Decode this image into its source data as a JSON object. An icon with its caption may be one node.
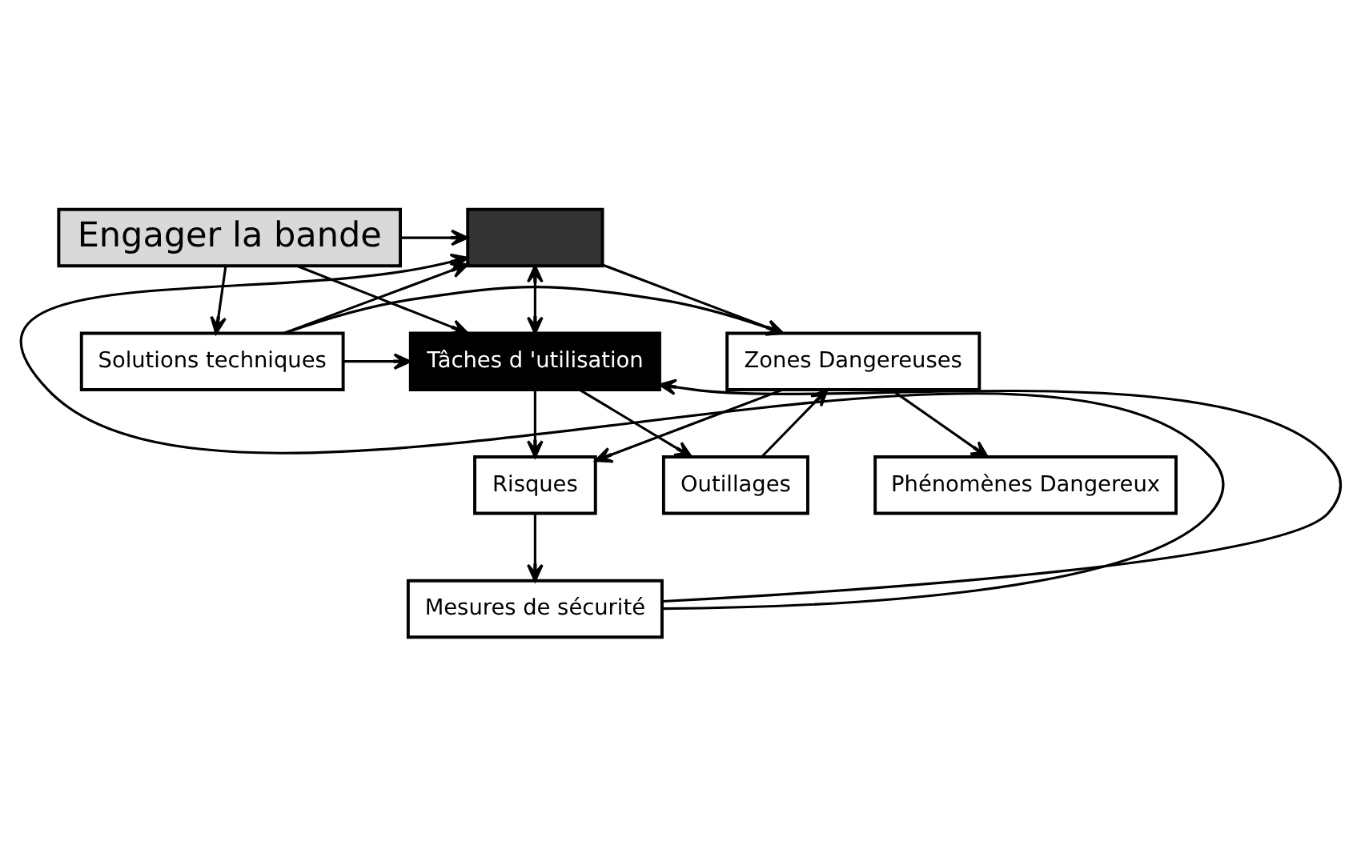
{
  "diagram": {
    "nodes": [
      {
        "text": [
          "Engager la bande"
        ]
      },
      {
        "text": [],
        "shape": "box"
      },
      {
        "text": [
          "Phénomènes Dangereux"
        ]
      },
      {
        "text": [
          "Tâches d 'utilisation"
        ]
      },
      {
        "text": [
          "Solutions techniques"
        ]
      },
      {
        "text": [
          "Zones Dangereuses"
        ]
      },
      {
        "text": [
          "Outillages"
        ]
      },
      {
        "text": [
          "Risques"
        ]
      },
      {
        "text": [
          "Mesures de sécurité"
        ]
      }
    ],
    "edges": [
      {
        "from": 0,
        "to": 1,
        "arrow": "to"
      },
      {
        "from": 0,
        "to": 3,
        "arrow": "to"
      },
      {
        "from": 0,
        "to": 4,
        "arrow": "to"
      },
      {
        "from": 3,
        "to": 1,
        "arrow": "both"
      },
      {
        "from": 4,
        "to": 1,
        "arrow": "to"
      },
      {
        "from": 4,
        "to": 3,
        "arrow": "to"
      },
      {
        "from": 4,
        "to": 5,
        "arrow": "to"
      },
      {
        "from": 1,
        "to": 5,
        "arrow": "to"
      },
      {
        "from": 5,
        "to": 2,
        "arrow": "to"
      },
      {
        "from": 3,
        "to": 6,
        "arrow": "to"
      },
      {
        "from": 6,
        "to": 5,
        "arrow": "to"
      },
      {
        "from": 3,
        "to": 7,
        "arrow": "to"
      },
      {
        "from": 5,
        "to": 7,
        "arrow": "to"
      },
      {
        "from": 7,
        "to": 8,
        "arrow": "to"
      },
      {
        "from": 8,
        "to": 3,
        "arrow": "to"
      },
      {
        "from": 8,
        "to": 1,
        "arrow": "to"
      }
    ]
  }
}
